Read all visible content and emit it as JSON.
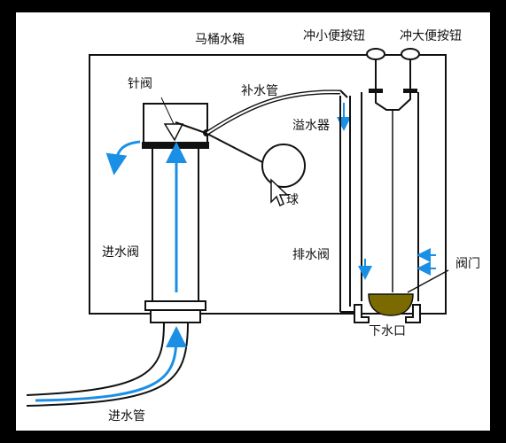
{
  "labels": {
    "tank": "马桶水箱",
    "small_flush": "冲小便按钮",
    "big_flush": "冲大便按钮",
    "needle_valve": "针阀",
    "refill_pipe": "补水管",
    "overflow": "溢水器",
    "float_ball": "球",
    "inlet_valve": "进水阀",
    "drain_valve": "排水阀",
    "valve_door": "阀门",
    "drain_outlet": "下水口",
    "inlet_pipe": "进水管"
  },
  "colors": {
    "frame_bg": "#ffffff",
    "outer_bg": "#000000",
    "water_arrow": "#1a8fe6",
    "valve_fill": "#7a6a00",
    "line": "#111111"
  },
  "icons": [
    "cursor-arrow-icon"
  ]
}
